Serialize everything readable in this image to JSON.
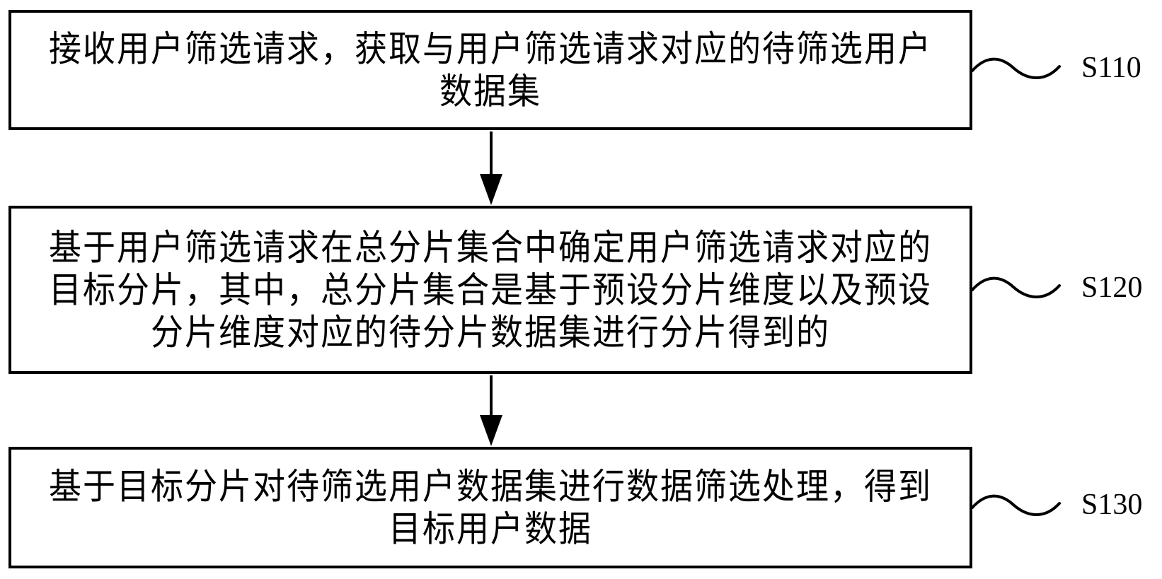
{
  "diagram": {
    "type": "flowchart",
    "direction": "top-to-bottom",
    "steps": [
      {
        "id": "S110",
        "label": "S110",
        "text": "接收用户筛选请求，获取与用户筛选请求对应的待筛选用户数据集",
        "lines": [
          "接收用户筛选请求，获取与用户筛选请求对应的待筛选用户",
          "数据集"
        ]
      },
      {
        "id": "S120",
        "label": "S120",
        "text": "基于用户筛选请求在总分片集合中确定用户筛选请求对应的目标分片，其中，总分片集合是基于预设分片维度以及预设分片维度对应的待分片数据集进行分片得到的",
        "lines": [
          "基于用户筛选请求在总分片集合中确定用户筛选请求对应的",
          "目标分片，其中，总分片集合是基于预设分片维度以及预设",
          "分片维度对应的待分片数据集进行分片得到的"
        ]
      },
      {
        "id": "S130",
        "label": "S130",
        "text": "基于目标分片对待筛选用户数据集进行数据筛选处理，得到目标用户数据",
        "lines": [
          "基于目标分片对待筛选用户数据集进行数据筛选处理，得到",
          "目标用户数据"
        ]
      }
    ],
    "edges": [
      {
        "from": "S110",
        "to": "S120",
        "style": "solid-arrow"
      },
      {
        "from": "S120",
        "to": "S130",
        "style": "solid-arrow"
      }
    ],
    "colors": {
      "stroke": "#000000",
      "fill": "#ffffff",
      "text": "#000000"
    }
  }
}
